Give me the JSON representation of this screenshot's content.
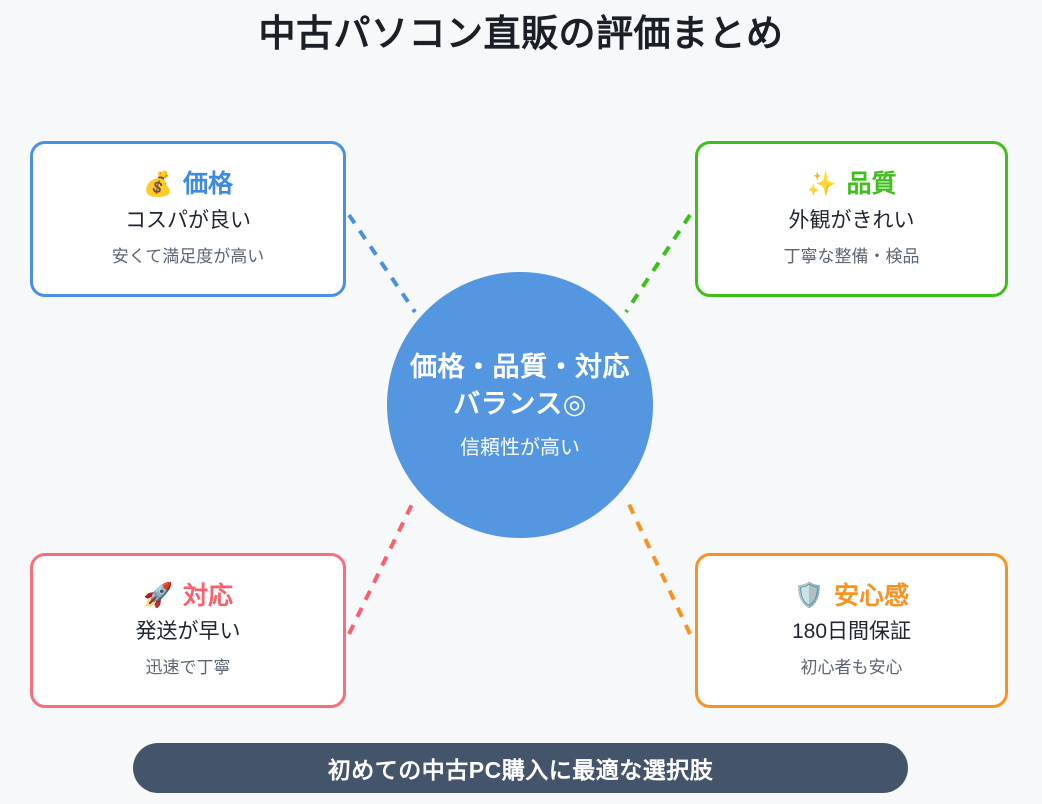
{
  "page": {
    "title": "中古パソコン直販の評価まとめ",
    "background_color": "#f6f8fa"
  },
  "center": {
    "line1": "価格・品質・対応",
    "line2": "バランス◎",
    "sub": "信頼性が高い",
    "fill_color": "#5596e0",
    "text_color": "#ffffff"
  },
  "cards": [
    {
      "id": "price",
      "icon": "money-bag-emoji",
      "emoji": "💰",
      "title": "価格",
      "main": "コスパが良い",
      "sub": "安くて満足度が高い",
      "accent_color": "#4a90e2",
      "position": "top-left"
    },
    {
      "id": "quality",
      "icon": "sparkles-emoji",
      "emoji": "✨",
      "title": "品質",
      "main": "外観がきれい",
      "sub": "丁寧な整備・検品",
      "accent_color": "#3fbf1b",
      "position": "top-right"
    },
    {
      "id": "support",
      "icon": "rocket-emoji",
      "emoji": "🚀",
      "title": "対応",
      "main": "発送が早い",
      "sub": "迅速で丁寧",
      "accent_color": "#f9606b",
      "position": "bottom-left"
    },
    {
      "id": "trust",
      "icon": "shield-emoji",
      "emoji": "🛡️",
      "title": "安心感",
      "main": "180日間保証",
      "sub": "初心者も安心",
      "accent_color": "#fb9220",
      "position": "bottom-right"
    }
  ],
  "connectors": [
    {
      "from": "card-price",
      "to": "center",
      "color": "#4a90e2",
      "style": "dashed"
    },
    {
      "from": "card-quality",
      "to": "center",
      "color": "#3fbf1b",
      "style": "dashed"
    },
    {
      "from": "card-support",
      "to": "center",
      "color": "#f9606b",
      "style": "dashed"
    },
    {
      "from": "card-trust",
      "to": "center",
      "color": "#fb9220",
      "style": "dashed"
    }
  ],
  "banner": {
    "text": "初めての中古PC購入に最適な選択肢",
    "background_color": "#44546a",
    "text_color": "#ffffff"
  }
}
